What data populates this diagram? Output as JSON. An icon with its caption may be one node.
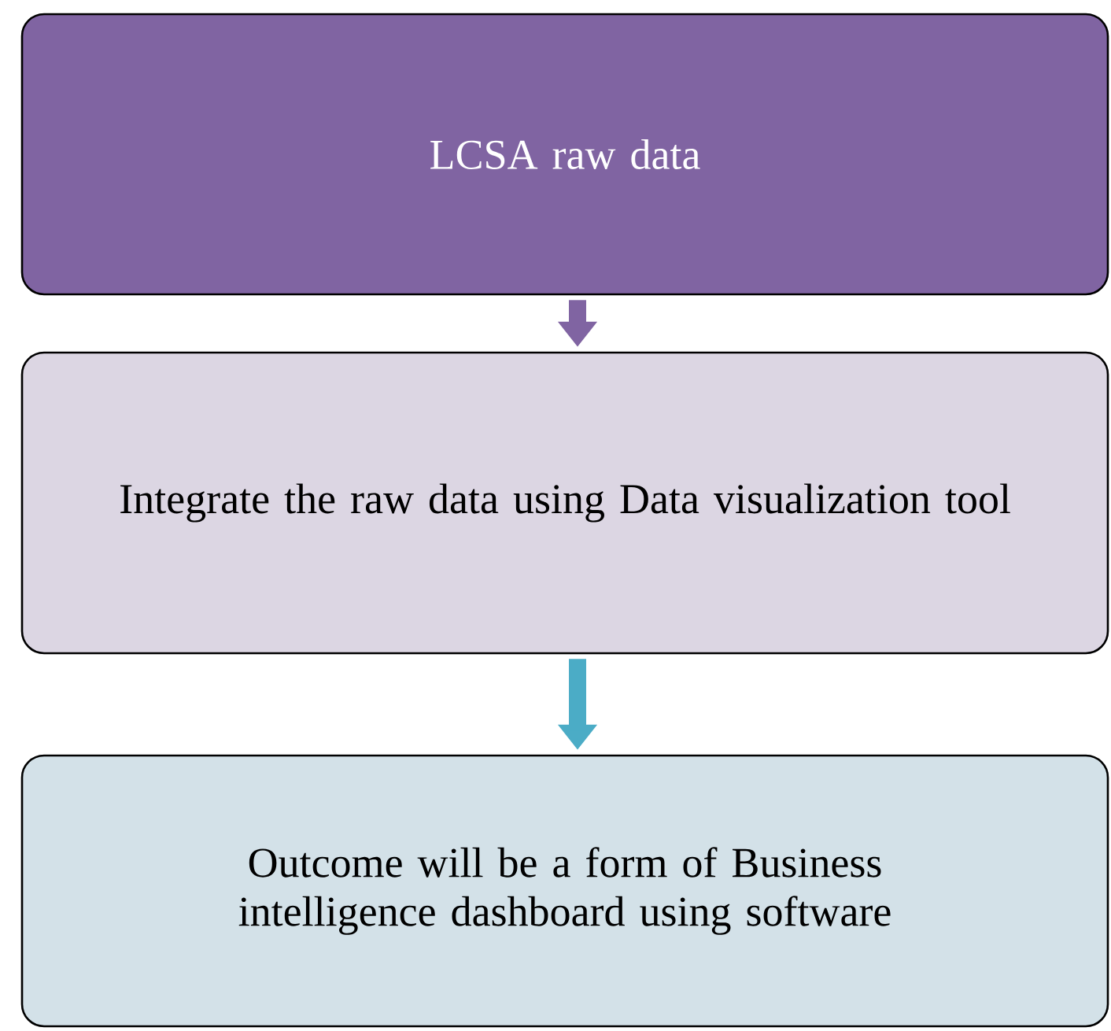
{
  "diagram": {
    "nodes": [
      {
        "text": [
          "LCSA raw data"
        ]
      },
      {
        "text": [
          "Integrate the raw data using Data visualization tool"
        ]
      },
      {
        "text": [
          "Outcome will be a form of Business intelligence dashboard using software"
        ]
      }
    ],
    "edges": [
      {
        "from": 0,
        "to": 1,
        "arrow": "to",
        "color": "#8064a2"
      },
      {
        "from": 1,
        "to": 2,
        "arrow": "to",
        "color": "#4bacc6"
      }
    ]
  }
}
